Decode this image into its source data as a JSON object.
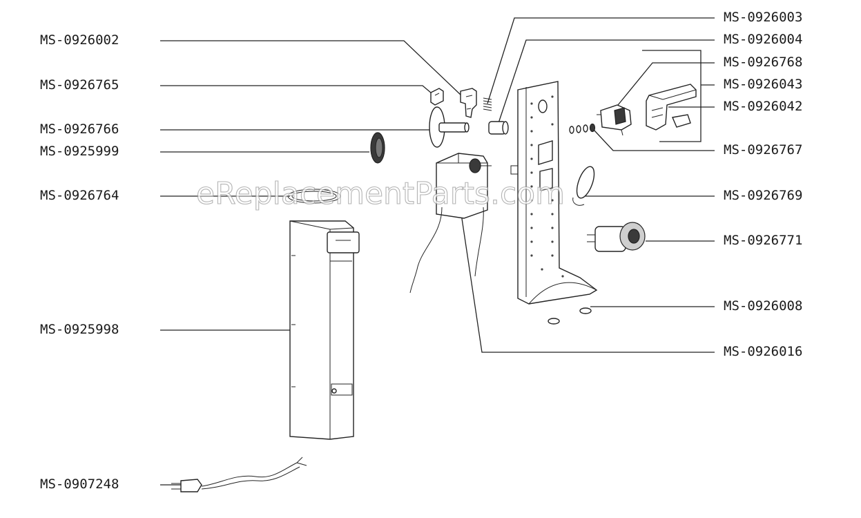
{
  "watermark": "eReplacementParts.com",
  "left_labels": [
    "MS-0926002",
    "MS-0926765",
    "MS-0926766",
    "MS-0925999",
    "MS-0926764",
    "MS-0925998",
    "MS-0907248"
  ],
  "right_labels": [
    "MS-0926003",
    "MS-0926004",
    "MS-0926768",
    "MS-0926043",
    "MS-0926042",
    "MS-0926767",
    "MS-0926769",
    "MS-0926771",
    "MS-0926008",
    "MS-0926016"
  ]
}
